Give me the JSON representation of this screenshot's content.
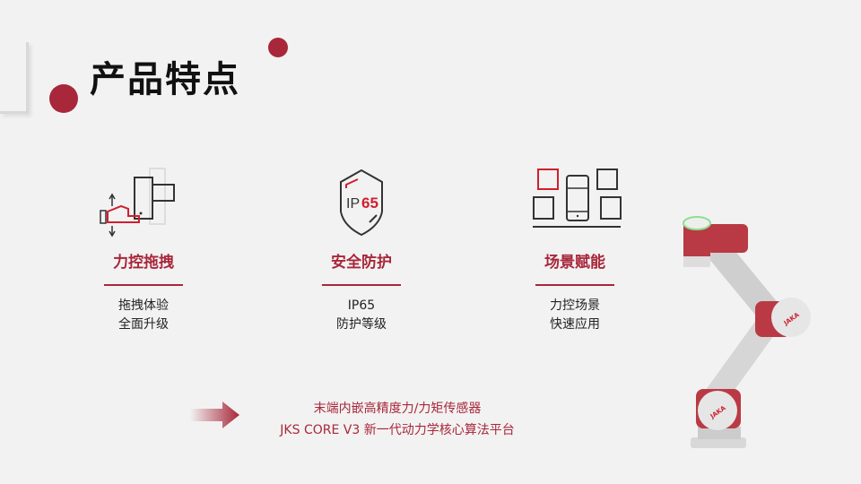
{
  "title": "产品特点",
  "features": [
    {
      "icon": "force-drag-icon",
      "heading": "力控拖拽",
      "lines": [
        "拖拽体验",
        "全面升级"
      ]
    },
    {
      "icon": "ip65-shield-icon",
      "heading": "安全防护",
      "lines": [
        "IP65",
        "防护等级"
      ],
      "badge": "IP65"
    },
    {
      "icon": "scenario-grid-icon",
      "heading": "场景赋能",
      "lines": [
        "力控场景",
        "快速应用"
      ]
    }
  ],
  "bottom": {
    "lines": [
      "末端内嵌高精度力/力矩传感器",
      "JKS CORE V3 新一代动力学核心算法平台"
    ]
  },
  "robot": {
    "brand": "JAKA"
  },
  "colors": {
    "accent": "#a8273a",
    "background": "#f2f2f2"
  }
}
